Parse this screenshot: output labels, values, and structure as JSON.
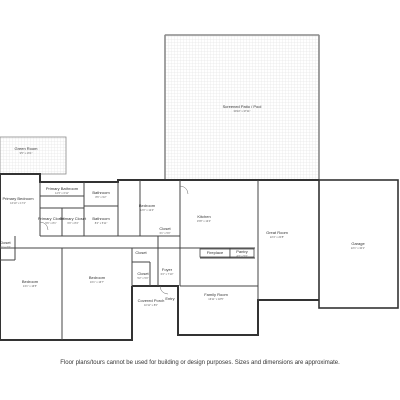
{
  "plan": {
    "rooms": [
      {
        "id": "patio",
        "name": "Screened Patio / Pool",
        "dims": "39'10\" x 37'11\""
      },
      {
        "id": "green-room",
        "name": "Green Room",
        "dims": "9'5\" x 16'1\""
      },
      {
        "id": "primary-bedroom",
        "name": "Primary Bedroom",
        "dims": "16'10\" x 17'4\""
      },
      {
        "id": "primary-bathroom",
        "name": "Primary Bathroom",
        "dims": "14'3\" x 6'11\""
      },
      {
        "id": "primary-closet-1",
        "name": "Primary Closet",
        "dims": "5'6\" x 8'1\""
      },
      {
        "id": "primary-closet-2",
        "name": "Primary Closet",
        "dims": "6'0\" x 8'4\""
      },
      {
        "id": "bathroom-1",
        "name": "Bathroom",
        "dims": "8'6\" x 9'2\""
      },
      {
        "id": "bathroom-2",
        "name": "Bathroom",
        "dims": "8'4\" x 5'11\""
      },
      {
        "id": "bedroom-1",
        "name": "Bedroom",
        "dims": "12'0\" x 12'4\""
      },
      {
        "id": "closet-1",
        "name": "Closet",
        "dims": "3'1\" x 5'0\""
      },
      {
        "id": "kitchen",
        "name": "Kitchen",
        "dims": "15'8\" x 13'4\""
      },
      {
        "id": "great-room",
        "name": "Great Room",
        "dims": "22'4\" x 20'8\""
      },
      {
        "id": "garage",
        "name": "Garage",
        "dims": "22'1\" x 30'1\""
      },
      {
        "id": "fireplace",
        "name": "Fireplace",
        "dims": ""
      },
      {
        "id": "pantry",
        "name": "Pantry",
        "dims": "4'3\" x 5'3\""
      },
      {
        "id": "bedroom-2",
        "name": "Bedroom",
        "dims": "13'1\" x 16'5\""
      },
      {
        "id": "bedroom-3",
        "name": "Bedroom",
        "dims": "16'1\" x 16'7\""
      },
      {
        "id": "closet-2",
        "name": "Closet",
        "dims": ""
      },
      {
        "id": "closet-3",
        "name": "Closet",
        "dims": "5'2\" x 5'0\""
      },
      {
        "id": "foyer",
        "name": "Foyer",
        "dims": "6'2\" x 7'10\""
      },
      {
        "id": "covered-porch",
        "name": "Covered Porch",
        "dims": "10'11\" x 8'0\""
      },
      {
        "id": "family-room",
        "name": "Family Room",
        "dims": "16'11\" x 18'5\""
      },
      {
        "id": "closet-4",
        "name": "Closet",
        "dims": "5'1\" x 2'3\""
      },
      {
        "id": "entry",
        "name": "Entry",
        "dims": ""
      }
    ]
  },
  "footer": {
    "disclaimer": "Floor plans/tours cannot be used for building or design purposes. Sizes and dimensions are approximate."
  }
}
